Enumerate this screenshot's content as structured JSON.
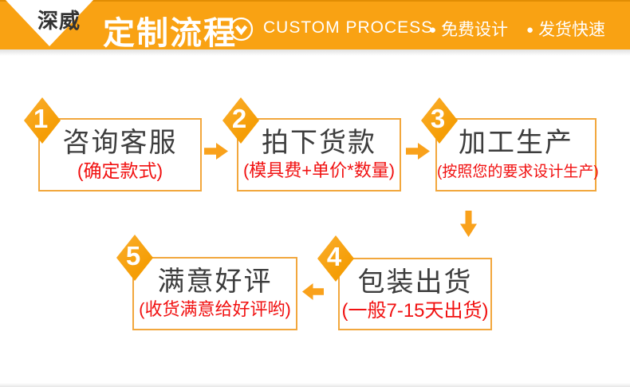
{
  "header": {
    "logo_text": "深威",
    "title": "定制流程",
    "subtitle_en": "CUSTOM PROCESS",
    "chevron_icon": "chevron-down-circle",
    "badges": [
      {
        "bullet": "●",
        "label": "免费设计"
      },
      {
        "bullet": "●",
        "label": "发货快速"
      }
    ],
    "colors": {
      "background": "#F9A213",
      "top_strip": "#E18D04",
      "text": "#FFFFFF",
      "logo_banner": "#FFFFFF",
      "logo_text": "#333333"
    }
  },
  "flow": {
    "steps": [
      {
        "number": "1",
        "title": "咨询客服",
        "subtitle": "(确定款式)"
      },
      {
        "number": "2",
        "title": "拍下货款",
        "subtitle": "(模具费+单价*数量)"
      },
      {
        "number": "3",
        "title": "加工生产",
        "subtitle": "(按照您的要求设计生产)"
      },
      {
        "number": "4",
        "title": "包装出货",
        "subtitle": "(一般7-15天出货)"
      },
      {
        "number": "5",
        "title": "满意好评",
        "subtitle": "(收货满意给好评哟)"
      }
    ],
    "colors": {
      "diamond": "#F7A418",
      "box_border": "#F2A73D",
      "arrow": "#F9A11B",
      "title_text": "#3D3D3D",
      "subtitle_text": "#F11111"
    }
  }
}
